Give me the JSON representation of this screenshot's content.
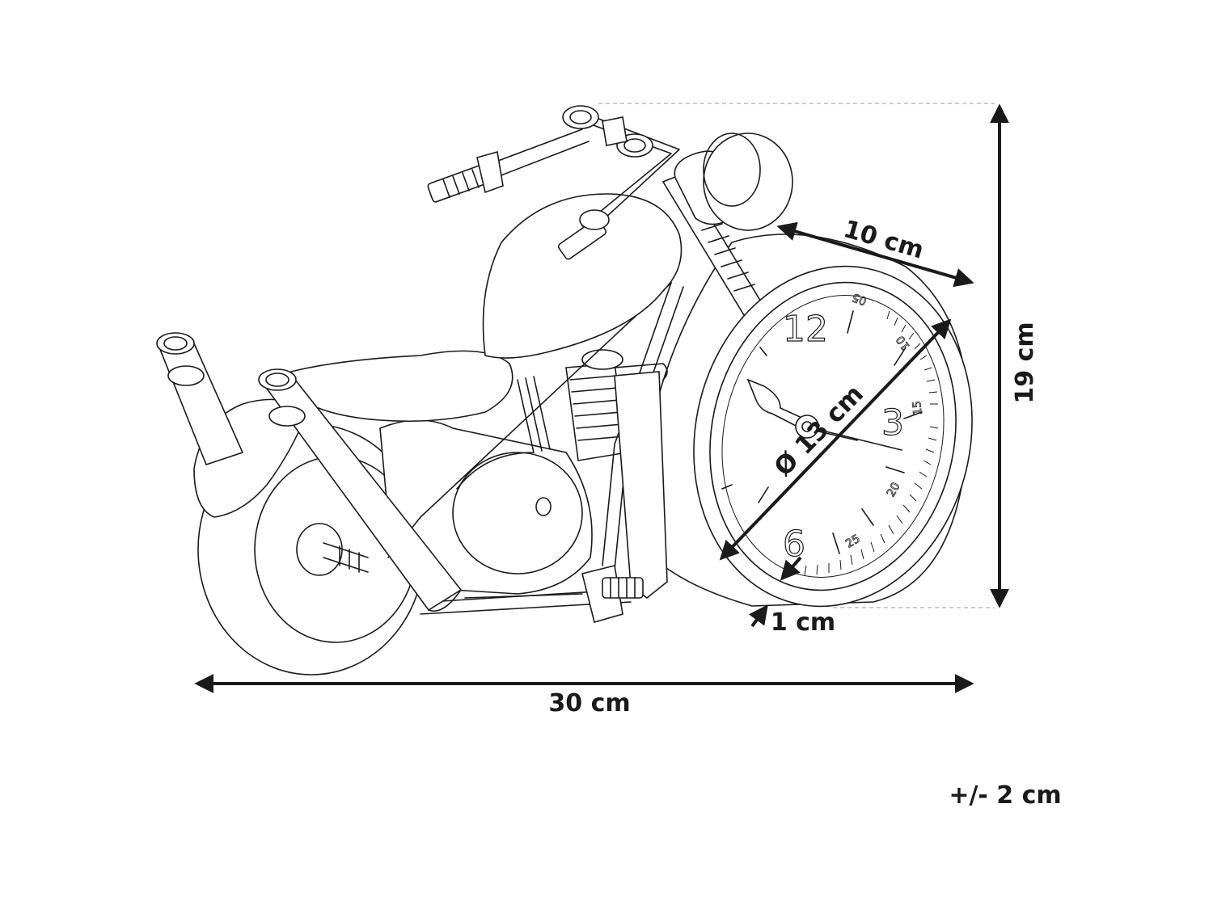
{
  "drawing": {
    "subject_icon": "motorcycle-clock-icon",
    "line_color": "#1a1a1a",
    "background": "#ffffff"
  },
  "dimensions": {
    "width": "30 cm",
    "height": "19 cm",
    "depth": "10 cm",
    "diameter": "Ø 13 cm",
    "bezel": "1 cm",
    "tolerance": "+/- 2 cm"
  },
  "clock_face": {
    "numerals": [
      "12",
      "3",
      "6"
    ],
    "ring_numbers": [
      "05",
      "10",
      "15",
      "20",
      "25"
    ]
  }
}
